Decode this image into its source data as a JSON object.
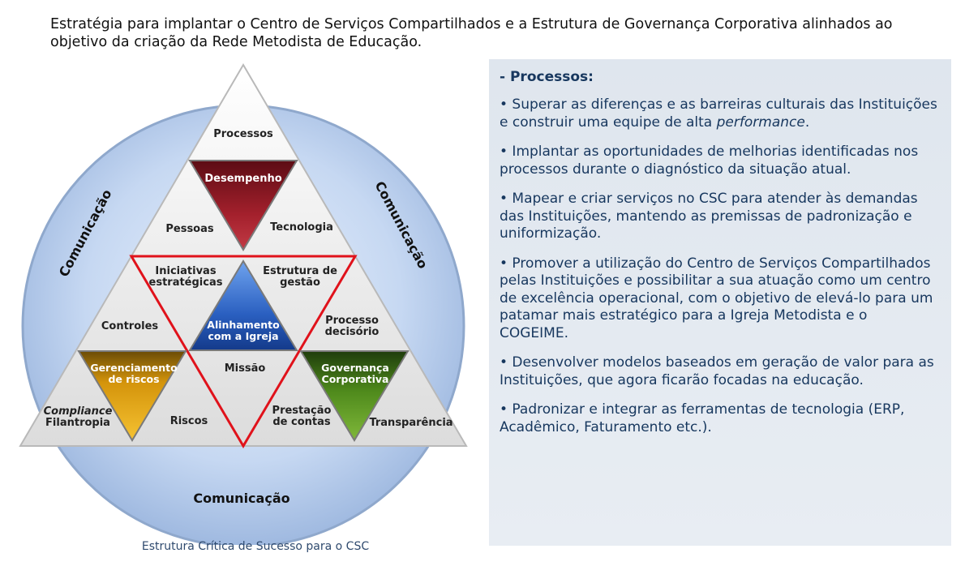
{
  "header": {
    "line1": "Estratégia para implantar o Centro de Serviços Compartilhados e a Estrutura de Governança Corporativa alinhados ao",
    "line2": "objetivo da criação da Rede Metodista de Educação."
  },
  "diagram": {
    "comunicacao_left": "Comunicação",
    "comunicacao_right": "Comunicação",
    "comunicacao_bottom": "Comunicação",
    "processos": "Processos",
    "desempenho": "Desempenho",
    "pessoas": "Pessoas",
    "tecnologia": "Tecnologia",
    "iniciativas_1": "Iniciativas",
    "iniciativas_2": "estratégicas",
    "estrutura_1": "Estrutura de",
    "estrutura_2": "gestão",
    "alinhamento_1": "Alinhamento",
    "alinhamento_2": "com a Igreja",
    "controles": "Controles",
    "processo_dec_1": "Processo",
    "processo_dec_2": "decisório",
    "gerenciamento_1": "Gerenciamento",
    "gerenciamento_2": "de riscos",
    "missao": "Missão",
    "governanca_1": "Governança",
    "governanca_2": "Corporativa",
    "compliance": "Compliance",
    "filantropia": "Filantropia",
    "riscos": "Riscos",
    "prestacao_1": "Prestação",
    "prestacao_2": "de contas",
    "transparencia": "Transparência",
    "caption": "Estrutura Crítica de Sucesso para o CSC"
  },
  "panel": {
    "title": "- Processos:",
    "bullets": [
      "• Superar as diferenças e as barreiras culturais das Instituições e construir uma equipe de alta",
      "• Implantar as oportunidades de melhorias identificadas nos processos durante o diagnóstico da situação atual.",
      "• Mapear e criar serviços no CSC para atender às demandas das Instituições, mantendo as premissas de padronização e uniformização.",
      "• Promover a utilização do Centro de Serviços Compartilhados pelas Instituições e possibilitar a sua atuação como um centro de excelência operacional, com o objetivo de elevá-lo para um patamar mais estratégico para a Igreja Metodista e o COGEIME.",
      "• Desenvolver modelos baseados em geração de valor para as Instituições, que agora ficarão focadas na educação.",
      "• Padronizar e integrar as ferramentas de tecnologia (ERP, Acadêmico, Faturamento etc.)."
    ],
    "bullet1_em": "performance",
    "bullet1_end": "."
  },
  "colors": {
    "circle": "#b9cfee",
    "desempenho": "#8b1a24",
    "alinhamento": "#2a5fc0",
    "gerenciamento": "#e0a30c",
    "governanca": "#4f8a1c",
    "red_outline": "#e0121b",
    "panel_text": "#17375e"
  }
}
